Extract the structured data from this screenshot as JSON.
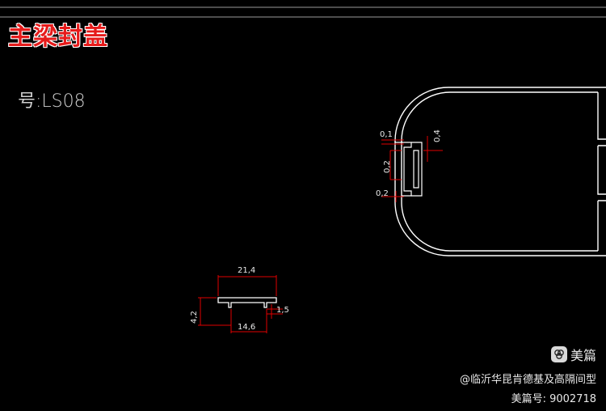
{
  "title": "主梁封盖",
  "model_label": "号:LS08",
  "dimensions": {
    "cap_width": "21,4",
    "cap_height": "4,2",
    "cap_bottom_width": "14,6",
    "cap_lip": "1,5",
    "slot_top": "0,1",
    "slot_depth": "0,4",
    "slot_width": "0,2",
    "slot_bottom": "0,2"
  },
  "watermark": {
    "brand": "美篇",
    "brand_icon": "meipian-logo-icon",
    "author": "@临沂华昆肯德基及高隔间型",
    "account": "美篇号: 9002718"
  },
  "colors": {
    "background": "#000000",
    "outline": "#ffffff",
    "dimension": "#e00000",
    "dimension_text": "#e8e8e8"
  }
}
